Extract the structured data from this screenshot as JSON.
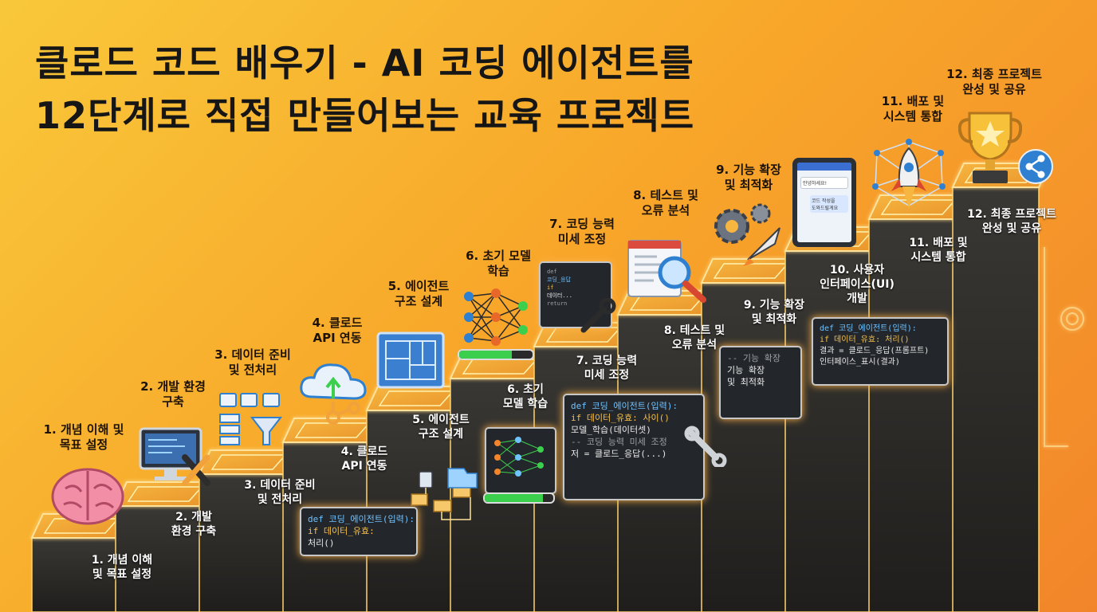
{
  "title": {
    "line1": "클로드 코드 배우기 - AI 코딩 에이전트를",
    "line2": "12단계로 직접 만들어보는 교육 프로젝트"
  },
  "steps": [
    {
      "label_top": "1. 개념 이해 및\n목표 설정",
      "label_riser": "1. 개념 이해\n및 목표 설정"
    },
    {
      "label_top": "2. 개발 환경\n구축",
      "label_riser": "2. 개발\n환경 구축"
    },
    {
      "label_top": "3. 데이터 준비\n및 전처리",
      "label_riser": "3. 데이터 준비\n및 전처리"
    },
    {
      "label_top": "4. 클로드\nAPI 연동",
      "label_riser": "4. 클로드\nAPI 연동"
    },
    {
      "label_top": "5. 에이전트\n구조 설계",
      "label_riser": "5. 에이전트\n구조 설계"
    },
    {
      "label_top": "6. 초기 모델\n학습",
      "label_riser": "6. 초기\n모델 학습"
    },
    {
      "label_top": "7. 코딩 능력\n미세 조정",
      "label_riser": "7. 코딩 능력\n미세 조정"
    },
    {
      "label_top": "8. 테스트 및\n오류 분석",
      "label_riser": "8. 테스트 및\n오류 분석"
    },
    {
      "label_top": "9. 기능 확장\n및 최적화",
      "label_riser": "9. 기능 확장\n및 최적화"
    },
    {
      "label_top": "",
      "label_riser": "10. 사용자\n인터페이스(UI)\n개발"
    },
    {
      "label_top": "11. 배포 및\n시스템 통합",
      "label_riser": "11. 배포 및\n시스템 통합"
    },
    {
      "label_top": "12. 최종 프로젝트\n완성 및 공유",
      "label_riser": "12. 최종 프로젝트\n완성 및 공유"
    }
  ],
  "code_panels": {
    "p4": [
      "def 코딩_에이전트(입력):",
      "  if 데이터_유효:",
      "    처리()"
    ],
    "p7": [
      "def 코딩_에이전트(입력):",
      "  if 데이터_유효: 사이()",
      "    모델_학습(데이터셋)",
      "  -- 코딩 능력 미세 조정",
      "  저 = 클로드_응답(...)"
    ],
    "p9": [
      "-- 기능 확장",
      "  기능 확장",
      "  및 최적화"
    ],
    "p10": [
      "def 코딩_에이전트(입력):",
      "  if 데이터_유효: 처리()",
      "  결과 = 클로드_응답(프롬프트)",
      "  인터페이스_표시(결과)"
    ]
  },
  "tablet": {
    "bubble1": "안녕하세요!",
    "bubble2": "코드 작성을\n도와드릴게요"
  },
  "colors": {
    "step_top": "#f0a030",
    "riser": "#2e2e2e",
    "glow": "#ffd36b",
    "circuit": "#ffe39a",
    "accent_blue": "#2f80d1",
    "green": "#3ccf4e"
  }
}
